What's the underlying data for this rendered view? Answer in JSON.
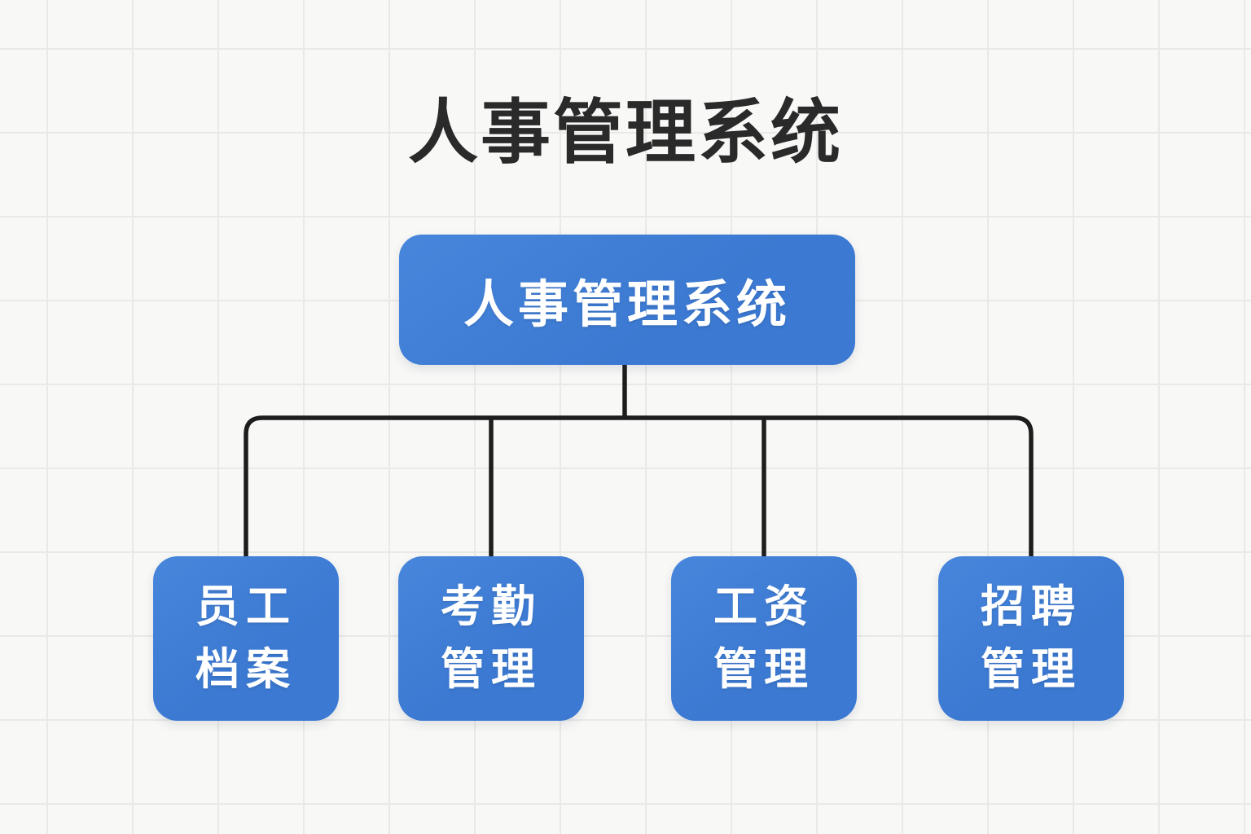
{
  "page_title": "人事管理系统",
  "diagram": {
    "root": {
      "label": "人事管理系统"
    },
    "children": [
      {
        "lines": [
          "员工",
          "档案"
        ]
      },
      {
        "lines": [
          "考勤",
          "管理"
        ]
      },
      {
        "lines": [
          "工资",
          "管理"
        ]
      },
      {
        "lines": [
          "招聘",
          "管理"
        ]
      }
    ]
  },
  "colors": {
    "node_fill": "#3b79d2",
    "node_fill_light": "#4886dc",
    "node_text": "#ffffff",
    "connector": "#1d1d1d",
    "title_text": "#2a2a2a",
    "background": "#f8f8f6",
    "grid_line": "#e9e9e7"
  }
}
